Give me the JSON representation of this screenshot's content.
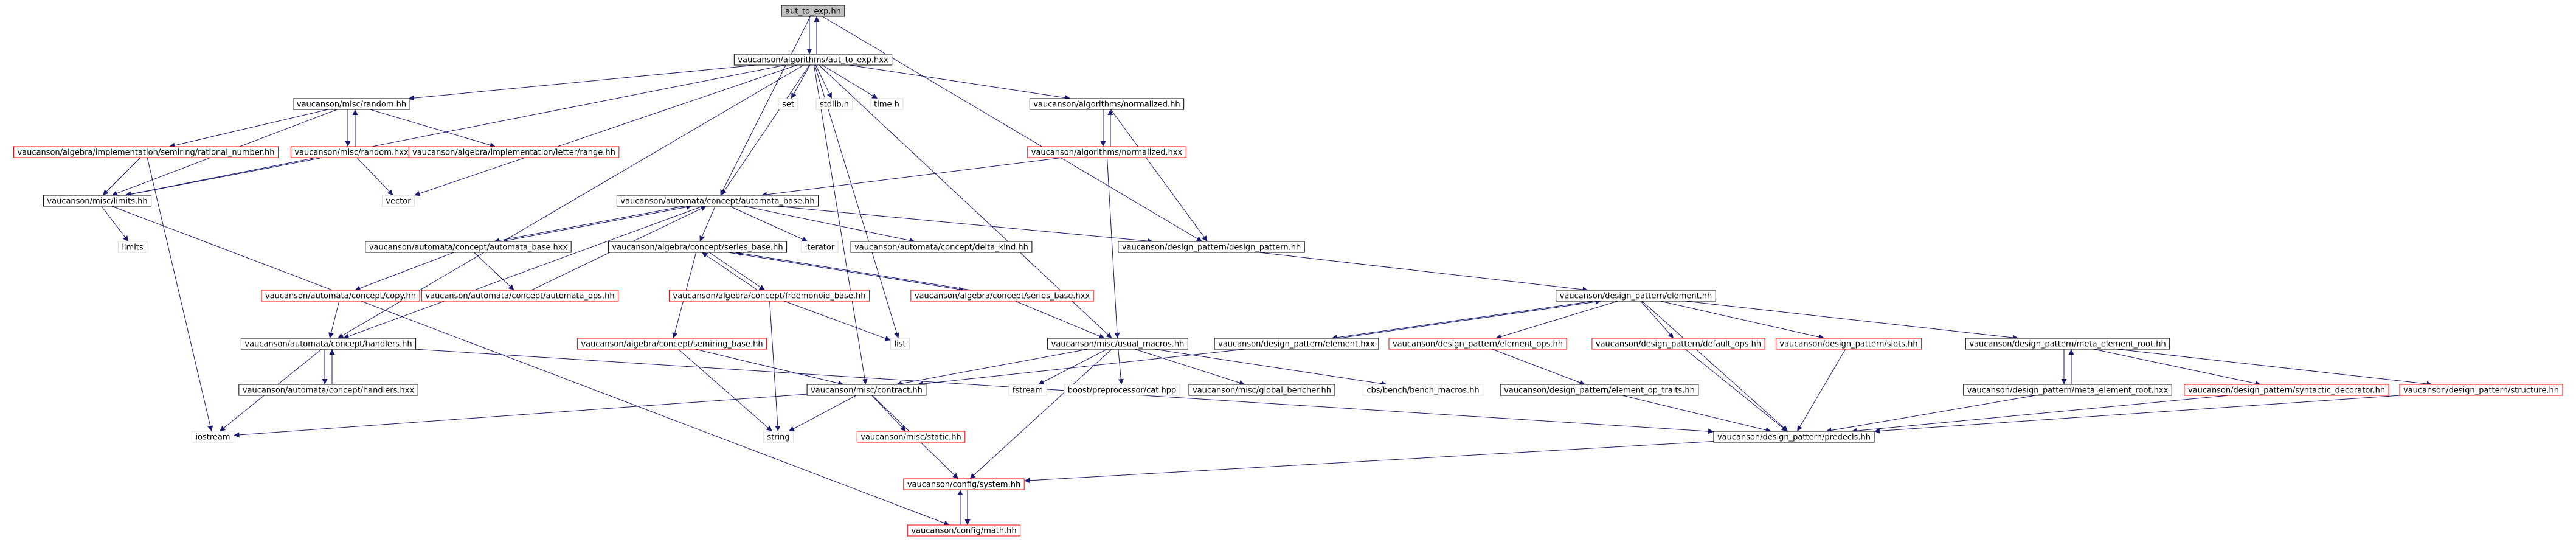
{
  "graph": {
    "nodes": [
      {
        "id": "aut_to_exp_hh",
        "label": "aut_to_exp.hh",
        "style": "root"
      },
      {
        "id": "aut_to_exp_hxx",
        "label": "vaucanson/algorithms/aut_to_exp.hxx",
        "style": "black"
      },
      {
        "id": "random_hh",
        "label": "vaucanson/misc/random.hh",
        "style": "black"
      },
      {
        "id": "set",
        "label": "set",
        "style": "none"
      },
      {
        "id": "stdlib_h",
        "label": "stdlib.h",
        "style": "none"
      },
      {
        "id": "time_h",
        "label": "time.h",
        "style": "none"
      },
      {
        "id": "normalized_hh",
        "label": "vaucanson/algorithms/normalized.hh",
        "style": "black"
      },
      {
        "id": "rational_number_hh",
        "label": "vaucanson/algebra/implementation/semiring/rational_number.hh",
        "style": "red"
      },
      {
        "id": "random_hxx",
        "label": "vaucanson/misc/random.hxx",
        "style": "red"
      },
      {
        "id": "letter_range_hh",
        "label": "vaucanson/algebra/implementation/letter/range.hh",
        "style": "red"
      },
      {
        "id": "normalized_hxx",
        "label": "vaucanson/algorithms/normalized.hxx",
        "style": "red"
      },
      {
        "id": "limits_hh",
        "label": "vaucanson/misc/limits.hh",
        "style": "black"
      },
      {
        "id": "vector",
        "label": "vector",
        "style": "none"
      },
      {
        "id": "automata_base_hh",
        "label": "vaucanson/automata/concept/automata_base.hh",
        "style": "black"
      },
      {
        "id": "limits",
        "label": "limits",
        "style": "none"
      },
      {
        "id": "automata_base_hxx",
        "label": "vaucanson/automata/concept/automata_base.hxx",
        "style": "black"
      },
      {
        "id": "series_base_hh",
        "label": "vaucanson/algebra/concept/series_base.hh",
        "style": "black"
      },
      {
        "id": "iterator",
        "label": "iterator",
        "style": "none"
      },
      {
        "id": "delta_kind_hh",
        "label": "vaucanson/automata/concept/delta_kind.hh",
        "style": "black"
      },
      {
        "id": "design_pattern_hh",
        "label": "vaucanson/design_pattern/design_pattern.hh",
        "style": "black"
      },
      {
        "id": "copy_hh",
        "label": "vaucanson/automata/concept/copy.hh",
        "style": "red"
      },
      {
        "id": "automata_ops_hh",
        "label": "vaucanson/automata/concept/automata_ops.hh",
        "style": "red"
      },
      {
        "id": "freemonoid_base_hh",
        "label": "vaucanson/algebra/concept/freemonoid_base.hh",
        "style": "red"
      },
      {
        "id": "series_base_hxx",
        "label": "vaucanson/algebra/concept/series_base.hxx",
        "style": "red"
      },
      {
        "id": "element_hh",
        "label": "vaucanson/design_pattern/element.hh",
        "style": "black"
      },
      {
        "id": "handlers_hh",
        "label": "vaucanson/automata/concept/handlers.hh",
        "style": "black"
      },
      {
        "id": "semiring_base_hh",
        "label": "vaucanson/algebra/concept/semiring_base.hh",
        "style": "red"
      },
      {
        "id": "list",
        "label": "list",
        "style": "none"
      },
      {
        "id": "usual_macros_hh",
        "label": "vaucanson/misc/usual_macros.hh",
        "style": "black"
      },
      {
        "id": "element_hxx",
        "label": "vaucanson/design_pattern/element.hxx",
        "style": "black"
      },
      {
        "id": "element_ops_hh",
        "label": "vaucanson/design_pattern/element_ops.hh",
        "style": "red"
      },
      {
        "id": "default_ops_hh",
        "label": "vaucanson/design_pattern/default_ops.hh",
        "style": "red"
      },
      {
        "id": "slots_hh",
        "label": "vaucanson/design_pattern/slots.hh",
        "style": "red"
      },
      {
        "id": "meta_element_root_hh",
        "label": "vaucanson/design_pattern/meta_element_root.hh",
        "style": "black"
      },
      {
        "id": "handlers_hxx",
        "label": "vaucanson/automata/concept/handlers.hxx",
        "style": "black"
      },
      {
        "id": "contract_hh",
        "label": "vaucanson/misc/contract.hh",
        "style": "black"
      },
      {
        "id": "fstream",
        "label": "fstream",
        "style": "none"
      },
      {
        "id": "pp_cat_hpp",
        "label": "boost/preprocessor/cat.hpp",
        "style": "none"
      },
      {
        "id": "global_bencher_hh",
        "label": "vaucanson/misc/global_bencher.hh",
        "style": "black"
      },
      {
        "id": "bench_macros_hh",
        "label": "cbs/bench/bench_macros.hh",
        "style": "none"
      },
      {
        "id": "element_op_traits_hh",
        "label": "vaucanson/design_pattern/element_op_traits.hh",
        "style": "black"
      },
      {
        "id": "meta_element_root_hxx",
        "label": "vaucanson/design_pattern/meta_element_root.hxx",
        "style": "black"
      },
      {
        "id": "syntactic_decorator_hh",
        "label": "vaucanson/design_pattern/syntactic_decorator.hh",
        "style": "red"
      },
      {
        "id": "structure_hh",
        "label": "vaucanson/design_pattern/structure.hh",
        "style": "red"
      },
      {
        "id": "iostream",
        "label": "iostream",
        "style": "none"
      },
      {
        "id": "string",
        "label": "string",
        "style": "none"
      },
      {
        "id": "static_hh",
        "label": "vaucanson/misc/static.hh",
        "style": "red"
      },
      {
        "id": "predecls_hh",
        "label": "vaucanson/design_pattern/predecls.hh",
        "style": "black"
      },
      {
        "id": "system_hh",
        "label": "vaucanson/config/system.hh",
        "style": "red"
      },
      {
        "id": "math_hh",
        "label": "vaucanson/config/math.hh",
        "style": "red"
      }
    ],
    "edges": [
      [
        "aut_to_exp_hh",
        "aut_to_exp_hxx"
      ],
      [
        "aut_to_exp_hxx",
        "aut_to_exp_hh"
      ],
      [
        "aut_to_exp_hh",
        "automata_base_hh"
      ],
      [
        "aut_to_exp_hh",
        "design_pattern_hh"
      ],
      [
        "aut_to_exp_hxx",
        "random_hh"
      ],
      [
        "aut_to_exp_hxx",
        "set"
      ],
      [
        "aut_to_exp_hxx",
        "stdlib_h"
      ],
      [
        "aut_to_exp_hxx",
        "time_h"
      ],
      [
        "aut_to_exp_hxx",
        "normalized_hh"
      ],
      [
        "aut_to_exp_hxx",
        "limits_hh"
      ],
      [
        "aut_to_exp_hxx",
        "vector"
      ],
      [
        "aut_to_exp_hxx",
        "automata_base_hh"
      ],
      [
        "aut_to_exp_hxx",
        "handlers_hh"
      ],
      [
        "aut_to_exp_hxx",
        "list"
      ],
      [
        "aut_to_exp_hxx",
        "usual_macros_hh"
      ],
      [
        "aut_to_exp_hxx",
        "contract_hh"
      ],
      [
        "random_hh",
        "rational_number_hh"
      ],
      [
        "random_hh",
        "random_hxx"
      ],
      [
        "random_hxx",
        "random_hh"
      ],
      [
        "random_hh",
        "letter_range_hh"
      ],
      [
        "random_hh",
        "limits_hh"
      ],
      [
        "random_hxx",
        "vector"
      ],
      [
        "random_hxx",
        "limits_hh"
      ],
      [
        "rational_number_hh",
        "limits_hh"
      ],
      [
        "rational_number_hh",
        "iostream"
      ],
      [
        "normalized_hh",
        "normalized_hxx"
      ],
      [
        "normalized_hxx",
        "normalized_hh"
      ],
      [
        "normalized_hh",
        "design_pattern_hh"
      ],
      [
        "normalized_hxx",
        "automata_base_hh"
      ],
      [
        "normalized_hxx",
        "usual_macros_hh"
      ],
      [
        "limits_hh",
        "limits"
      ],
      [
        "limits_hh",
        "math_hh"
      ],
      [
        "automata_base_hh",
        "automata_base_hxx"
      ],
      [
        "automata_base_hxx",
        "automata_base_hh"
      ],
      [
        "automata_base_hh",
        "series_base_hh"
      ],
      [
        "automata_base_hh",
        "iterator"
      ],
      [
        "automata_base_hh",
        "delta_kind_hh"
      ],
      [
        "automata_base_hh",
        "design_pattern_hh"
      ],
      [
        "automata_base_hh",
        "handlers_hh"
      ],
      [
        "automata_base_hxx",
        "copy_hh"
      ],
      [
        "automata_base_hxx",
        "automata_ops_hh"
      ],
      [
        "automata_ops_hh",
        "automata_base_hh"
      ],
      [
        "copy_hh",
        "handlers_hh"
      ],
      [
        "series_base_hh",
        "freemonoid_base_hh"
      ],
      [
        "series_base_hh",
        "series_base_hxx"
      ],
      [
        "series_base_hxx",
        "series_base_hh"
      ],
      [
        "series_base_hh",
        "semiring_base_hh"
      ],
      [
        "series_base_hxx",
        "usual_macros_hh"
      ],
      [
        "freemonoid_base_hh",
        "list"
      ],
      [
        "freemonoid_base_hh",
        "string"
      ],
      [
        "freemonoid_base_hh",
        "series_base_hh"
      ],
      [
        "design_pattern_hh",
        "element_hh"
      ],
      [
        "element_hh",
        "element_hxx"
      ],
      [
        "element_hxx",
        "element_hh"
      ],
      [
        "element_hh",
        "element_ops_hh"
      ],
      [
        "element_hh",
        "default_ops_hh"
      ],
      [
        "element_hh",
        "slots_hh"
      ],
      [
        "element_hh",
        "meta_element_root_hh"
      ],
      [
        "element_hh",
        "predecls_hh"
      ],
      [
        "element_hxx",
        "contract_hh"
      ],
      [
        "element_ops_hh",
        "element_op_traits_hh"
      ],
      [
        "element_op_traits_hh",
        "predecls_hh"
      ],
      [
        "default_ops_hh",
        "predecls_hh"
      ],
      [
        "slots_hh",
        "predecls_hh"
      ],
      [
        "meta_element_root_hh",
        "meta_element_root_hxx"
      ],
      [
        "meta_element_root_hxx",
        "meta_element_root_hh"
      ],
      [
        "meta_element_root_hh",
        "syntactic_decorator_hh"
      ],
      [
        "meta_element_root_hh",
        "structure_hh"
      ],
      [
        "meta_element_root_hxx",
        "predecls_hh"
      ],
      [
        "syntactic_decorator_hh",
        "predecls_hh"
      ],
      [
        "structure_hh",
        "predecls_hh"
      ],
      [
        "handlers_hh",
        "handlers_hxx"
      ],
      [
        "handlers_hxx",
        "handlers_hh"
      ],
      [
        "handlers_hh",
        "iostream"
      ],
      [
        "handlers_hh",
        "predecls_hh"
      ],
      [
        "semiring_base_hh",
        "contract_hh"
      ],
      [
        "semiring_base_hh",
        "string"
      ],
      [
        "usual_macros_hh",
        "fstream"
      ],
      [
        "usual_macros_hh",
        "pp_cat_hpp"
      ],
      [
        "usual_macros_hh",
        "global_bencher_hh"
      ],
      [
        "usual_macros_hh",
        "bench_macros_hh"
      ],
      [
        "usual_macros_hh",
        "contract_hh"
      ],
      [
        "usual_macros_hh",
        "system_hh"
      ],
      [
        "contract_hh",
        "iostream"
      ],
      [
        "contract_hh",
        "string"
      ],
      [
        "contract_hh",
        "static_hh"
      ],
      [
        "contract_hh",
        "system_hh"
      ],
      [
        "predecls_hh",
        "system_hh"
      ],
      [
        "system_hh",
        "math_hh"
      ],
      [
        "math_hh",
        "system_hh"
      ]
    ],
    "colors": {
      "edge": "#191970",
      "border_black": "#000000",
      "border_red": "#ff0000",
      "border_none": "#bfbfbf",
      "root_fill": "#bfbfbf",
      "text": "#000000"
    }
  }
}
